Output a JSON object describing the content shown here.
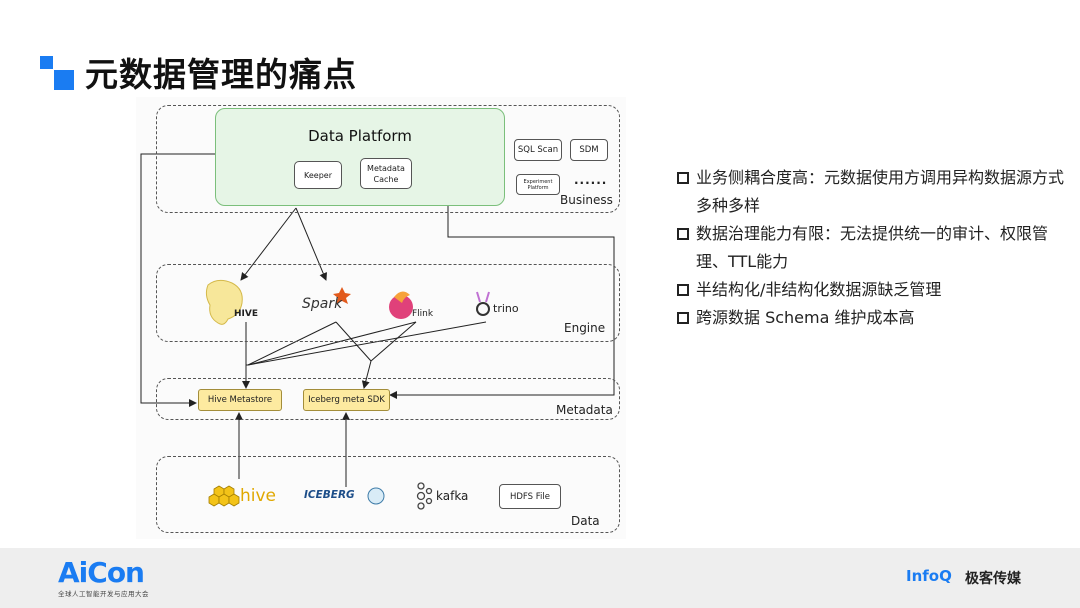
{
  "slide": {
    "title": "元数据管理的痛点",
    "bullets": [
      "业务侧耦合度高：元数据使用方调用异构数据源方式多种多样",
      "数据治理能力有限：无法提供统一的审计、权限管理、TTL能力",
      "半结构化/非结构化数据源缺乏管理",
      "跨源数据 Schema 维护成本高"
    ]
  },
  "diagram": {
    "lanes": {
      "business": "Business",
      "engine": "Engine",
      "metadata": "Metadata",
      "data": "Data"
    },
    "platform": {
      "title": "Data Platform",
      "keeper": "Keeper",
      "metadata_cache": "Metadata Cache"
    },
    "business_apps": {
      "sql_scan": "SQL Scan",
      "sdm": "SDM",
      "experiment_platform": "Experiment Platform",
      "more": "......"
    },
    "engines": {
      "hive": "HIVE",
      "spark": "Spark",
      "flink": "Flink",
      "trino": "trino"
    },
    "metadata": {
      "hive_metastore": "Hive Metastore",
      "iceberg_sdk": "Iceberg meta SDK"
    },
    "data_sources": {
      "hive": "hive",
      "iceberg": "ICEBERG",
      "kafka": "kafka",
      "hdfs": "HDFS File"
    }
  },
  "footer": {
    "brand": "AiCon",
    "brand_sub": "全球人工智能开发与应用大会",
    "partner": "InfoQ",
    "partner_cn": "极客传媒"
  },
  "colors": {
    "accent": "#1a7cf2",
    "platform_fill": "#e6f5e6",
    "metadata_fill": "#fdeaa0"
  }
}
